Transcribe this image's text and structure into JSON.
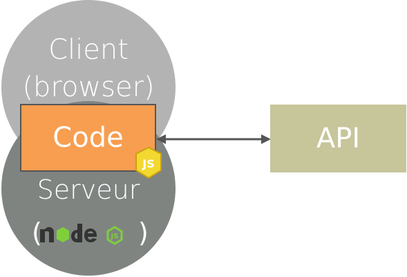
{
  "diagram": {
    "client": {
      "line1": "Client",
      "line2": "(browser)",
      "color": "#b3b3b3"
    },
    "server": {
      "line1": "Serveur",
      "paren_open": "(",
      "paren_close": ")",
      "logo": "node-js-logo",
      "color": "#7f8481"
    },
    "code": {
      "label": "Code",
      "color": "#f79e50",
      "badge": "JS",
      "badge_color": "#f2d82f"
    },
    "connection": {
      "type": "double-headed-arrow",
      "color": "#555555"
    },
    "api": {
      "label": "API",
      "color": "#c7c59a"
    },
    "node_logo": {
      "letters": "node",
      "js_mark": "JS",
      "letter_color": "#333333",
      "accent_color": "#7fcf3b"
    }
  }
}
